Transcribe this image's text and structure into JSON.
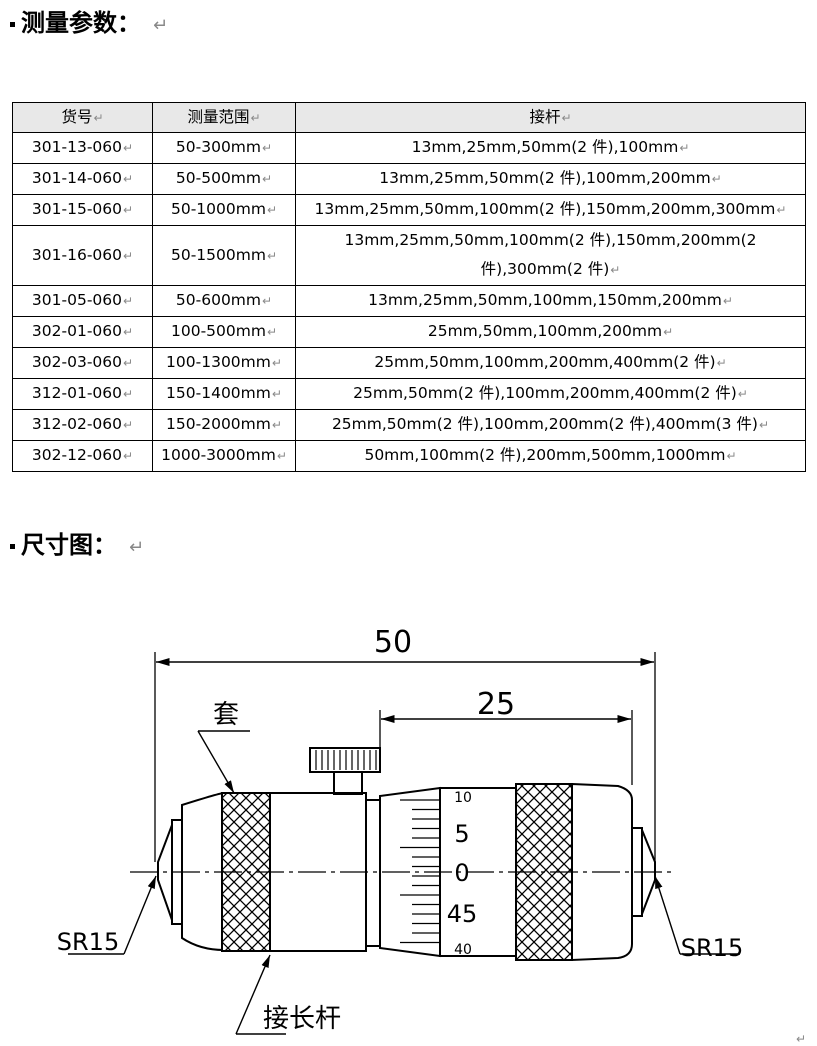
{
  "section1": {
    "title": "测量参数：",
    "return_mark": "↵"
  },
  "table": {
    "headers": [
      "货号",
      "测量范围",
      "接杆"
    ],
    "rows": [
      [
        "301-13-060",
        "50-300mm",
        "13mm,25mm,50mm(2 件),100mm"
      ],
      [
        "301-14-060",
        "50-500mm",
        "13mm,25mm,50mm(2 件),100mm,200mm"
      ],
      [
        "301-15-060",
        "50-1000mm",
        "13mm,25mm,50mm,100mm(2 件),150mm,200mm,300mm"
      ],
      [
        "301-16-060",
        "50-1500mm",
        "13mm,25mm,50mm,100mm(2 件),150mm,200mm(2 件),300mm(2 件)"
      ],
      [
        "301-05-060",
        "50-600mm",
        "13mm,25mm,50mm,100mm,150mm,200mm"
      ],
      [
        "302-01-060",
        "100-500mm",
        "25mm,50mm,100mm,200mm"
      ],
      [
        "302-03-060",
        "100-1300mm",
        "25mm,50mm,100mm,200mm,400mm(2 件)"
      ],
      [
        "312-01-060",
        "150-1400mm",
        "25mm,50mm(2 件),100mm,200mm,400mm(2 件)"
      ],
      [
        "312-02-060",
        "150-2000mm",
        "25mm,50mm(2 件),100mm,200mm(2 件),400mm(3 件)"
      ],
      [
        "302-12-060",
        "1000-3000mm",
        "50mm,100mm(2 件),200mm,500mm,1000mm"
      ]
    ]
  },
  "section2": {
    "title": "尺寸图：",
    "return_mark": "↵"
  },
  "drawing": {
    "dim_total": "50",
    "dim_head": "25",
    "label_sleeve": "套",
    "label_rod": "接长杆",
    "label_left_sr": "SR15",
    "label_right_sr": "SR15",
    "scale_10": "10",
    "scale_5": "5",
    "scale_0": "0",
    "scale_45": "45",
    "scale_40": "40"
  },
  "end_mark": "↵"
}
